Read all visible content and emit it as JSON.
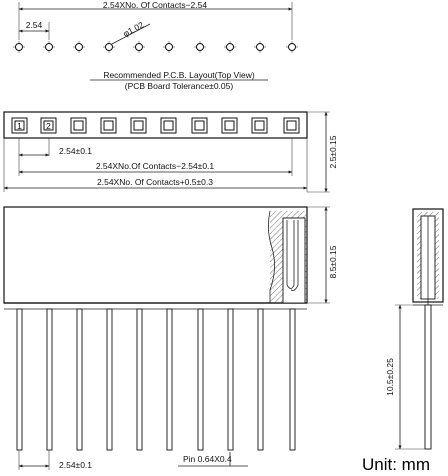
{
  "layout_view": {
    "top_dim": "2.54XNo. Of Contacts−2.54",
    "pitch_dim": "2.54",
    "hole_dim": "φ1.02",
    "note_line1": "Recommended P.C.B. Layout(Top View)",
    "note_line2": "(PCB Board Tolerance±0.05)"
  },
  "top_view": {
    "pin1_label": "1",
    "pin2_label": "2",
    "pitch_dim": "2.54±0.1",
    "span_dim": "2.54XNo.Of Contacts−2.54±0.1",
    "overall_dim": "2.54XNo. Of Contacts+0.5±0.3",
    "height_dim": "2.5±0.15"
  },
  "front_view": {
    "body_height_dim": "8.5±0.15",
    "pin_length_dim": "10.5±0.25",
    "pitch_dim": "2.54±0.1",
    "pin_dim": "Pin 0.64X0.4"
  },
  "unit_label": "Unit: mm",
  "colors": {
    "line": "#222222",
    "hatch": "#555555"
  }
}
